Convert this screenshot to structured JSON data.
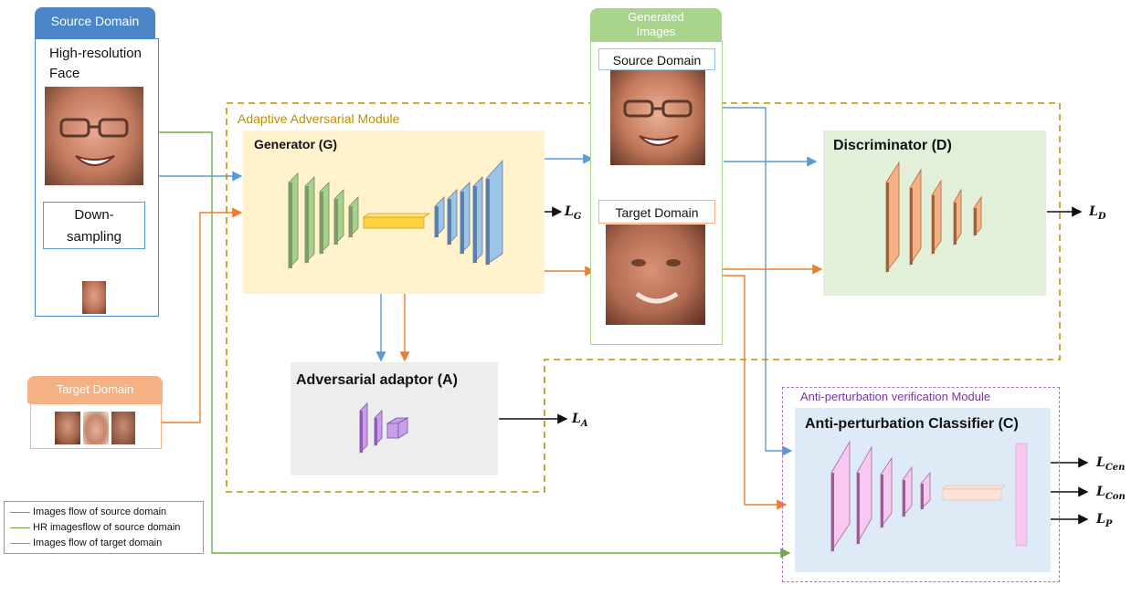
{
  "source_domain": {
    "title": "Source Domain",
    "face_caption_1": "High-resolution",
    "face_caption_2": "Face",
    "down_1": "Down-",
    "down_2": "sampling"
  },
  "target_domain": {
    "title": "Target Domain"
  },
  "generated": {
    "title_1": "Generated",
    "title_2": "Images",
    "source_label": "Source  Domain",
    "target_label": "Target Domain"
  },
  "adaptive_module": {
    "title": "Adaptive Adversarial Module"
  },
  "generator": {
    "title": "Generator (G)",
    "loss": "L",
    "loss_sub": "G"
  },
  "adaptor": {
    "title": "Adversarial adaptor (A)",
    "loss": "L",
    "loss_sub": "A"
  },
  "discriminator": {
    "title": "Discriminator (D)",
    "loss": "L",
    "loss_sub": "D"
  },
  "verification_module": {
    "title": "Anti-perturbation  verification Module"
  },
  "classifier": {
    "title": "Anti-perturbation Classifier (C)",
    "losses": [
      {
        "main": "L",
        "sub": "Cen"
      },
      {
        "main": "L",
        "sub": "Con"
      },
      {
        "main": "L",
        "sub": "P"
      }
    ]
  },
  "legend": [
    {
      "label": "Images flow of source domain",
      "color": "#5b9bd5"
    },
    {
      "label": "HR imagesflow of source domain",
      "color": "#70ad47"
    },
    {
      "label": "Images flow of target domain",
      "color": "#ed7d31"
    }
  ],
  "colors": {
    "source_flow": "#5b9bd5",
    "hr_flow": "#70ad47",
    "target_flow": "#ed7d31",
    "module_border": "#bf8f00",
    "verification_border": "#b070d0"
  }
}
